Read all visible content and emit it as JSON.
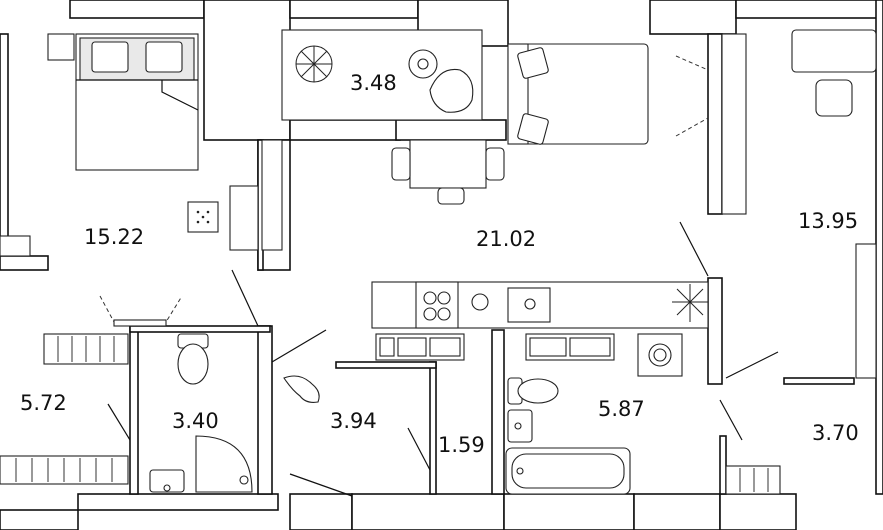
{
  "rooms": [
    {
      "id": "bedroom-main",
      "label": "15.22"
    },
    {
      "id": "loggia-small",
      "label": "3.48"
    },
    {
      "id": "living-kitchen",
      "label": "21.02"
    },
    {
      "id": "bedroom-right",
      "label": "13.95"
    },
    {
      "id": "hall-left",
      "label": "5.72"
    },
    {
      "id": "bathroom-shower",
      "label": "3.40"
    },
    {
      "id": "corridor",
      "label": "3.94"
    },
    {
      "id": "wardrobe",
      "label": "1.59"
    },
    {
      "id": "bathroom-tub",
      "label": "5.87"
    },
    {
      "id": "hall-right",
      "label": "3.70"
    }
  ]
}
